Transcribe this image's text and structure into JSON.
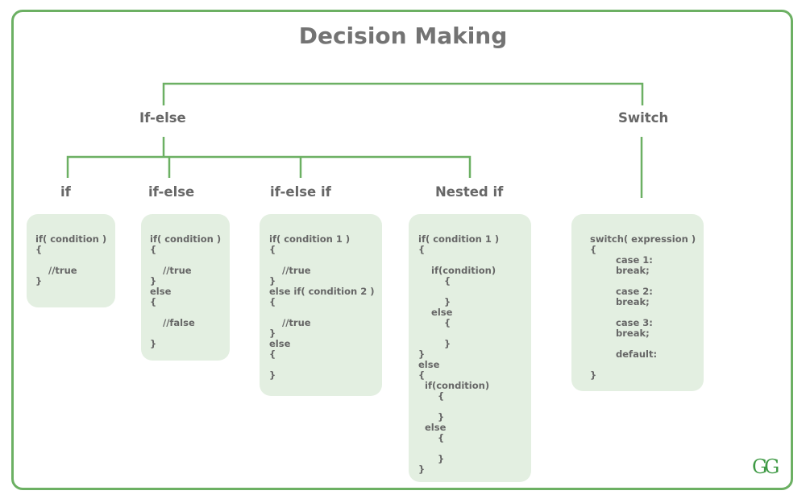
{
  "title": "Decision Making",
  "logo_text": "GG",
  "colors": {
    "frame": "#6cb063",
    "box_fill": "#e3efe1",
    "text": "#666666"
  },
  "nodes": {
    "ifelse_group": "If-else",
    "switch_group": "Switch",
    "if": "if",
    "ifelse": "if-else",
    "ifelseif": "if-else if",
    "nested": "Nested if"
  },
  "code": {
    "if": "if( condition )\n{\n\n    //true\n}",
    "ifelse": "if( condition )\n{\n\n    //true\n}\nelse\n{\n\n    //false\n\n}",
    "ifelseif": "if( condition 1 )\n{\n\n    //true\n}\nelse if( condition 2 )\n{\n\n    //true\n}\nelse\n{\n\n}",
    "nested": "if( condition 1 )\n{\n\n    if(condition)\n        {\n\n        }\n    else\n        {\n\n        }\n}\nelse\n{\n  if(condition)\n      {\n\n      }\n  else\n      {\n\n      }\n}",
    "switch": "switch( expression )\n{\n        case 1:\n        break;\n\n        case 2:\n        break;\n\n        case 3:\n        break;\n\n        default:\n\n}"
  }
}
